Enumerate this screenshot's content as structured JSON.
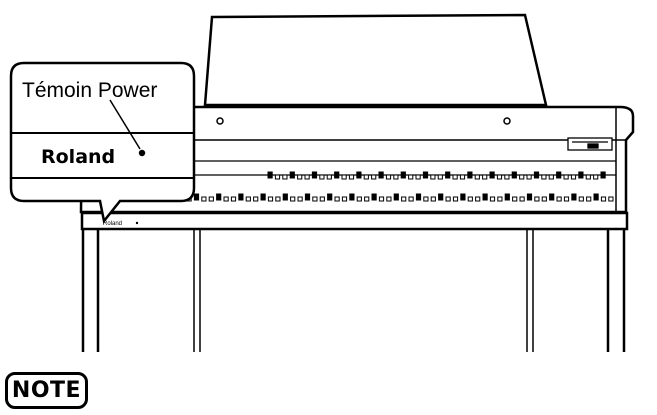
{
  "callout": {
    "label": "Témoin Power",
    "brand": "Roland"
  },
  "piano": {
    "brand": "Roland"
  },
  "note": {
    "label": "NOTE"
  }
}
